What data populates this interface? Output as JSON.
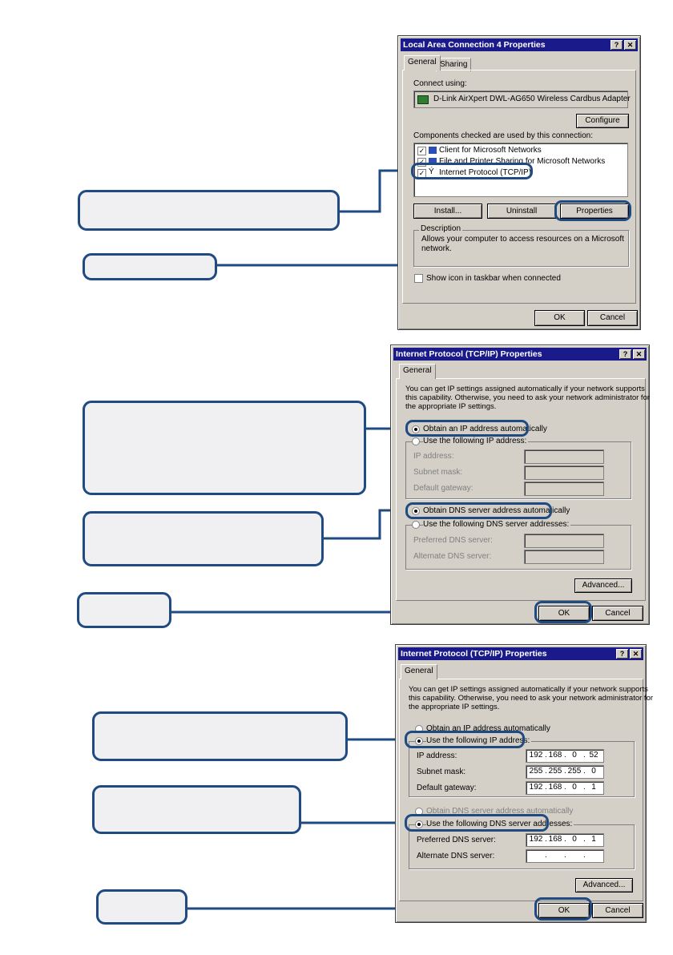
{
  "win1": {
    "title": "Local Area Connection 4 Properties",
    "title_help": "?",
    "title_close": "✕",
    "tabs": [
      "General",
      "Sharing"
    ],
    "connect_using_label": "Connect using:",
    "adapter_name": "D-Link AirXpert DWL-AG650 Wireless Cardbus Adapter",
    "configure_label": "Configure",
    "components_label": "Components checked are used by this connection:",
    "components": [
      "Client for Microsoft Networks",
      "File and Printer Sharing for Microsoft Networks",
      "Internet Protocol (TCP/IP)"
    ],
    "install_label": "Install...",
    "uninstall_label": "Uninstall",
    "properties_label": "Properties",
    "description_label": "Description",
    "description_text_1": "Allows your computer to access resources on a Microsoft",
    "description_text_2": "network.",
    "show_icon_label": "Show icon in taskbar when connected",
    "ok_label": "OK",
    "cancel_label": "Cancel"
  },
  "win2": {
    "title": "Internet Protocol (TCP/IP) Properties",
    "title_help": "?",
    "title_close": "✕",
    "tab": "General",
    "intro_1": "You can get IP settings assigned automatically if your network supports",
    "intro_2": "this capability. Otherwise, you need to ask your network administrator for",
    "intro_3": "the appropriate IP settings.",
    "obtain_ip_auto": "Obtain an IP address automatically",
    "use_following_ip": "Use the following IP address:",
    "ip_address_label": "IP address:",
    "subnet_mask_label": "Subnet mask:",
    "default_gateway_label": "Default gateway:",
    "obtain_dns_auto": "Obtain DNS server address automatically",
    "use_following_dns": "Use the following DNS server addresses:",
    "preferred_dns_label": "Preferred DNS server:",
    "alternate_dns_label": "Alternate DNS server:",
    "advanced_label": "Advanced...",
    "ok_label": "OK",
    "cancel_label": "Cancel"
  },
  "win3": {
    "title": "Internet Protocol (TCP/IP) Properties",
    "title_help": "?",
    "title_close": "✕",
    "tab": "General",
    "intro_1": "You can get IP settings assigned automatically if your network supports",
    "intro_2": "this capability. Otherwise, you need to ask your network administrator for",
    "intro_3": "the appropriate IP settings.",
    "obtain_ip_auto": "Obtain an IP address automatically",
    "use_following_ip": "Use the following IP address:",
    "ip_address_label": "IP address:",
    "ip_address": [
      "192",
      "168",
      "0",
      "52"
    ],
    "subnet_mask_label": "Subnet mask:",
    "subnet_mask": [
      "255",
      "255",
      "255",
      "0"
    ],
    "default_gateway_label": "Default gateway:",
    "default_gateway": [
      "192",
      "168",
      "0",
      "1"
    ],
    "obtain_dns_auto": "Obtain DNS server address automatically",
    "use_following_dns": "Use the following DNS server addresses:",
    "preferred_dns_label": "Preferred DNS server:",
    "preferred_dns": [
      "192",
      "168",
      "0",
      "1"
    ],
    "alternate_dns_label": "Alternate DNS server:",
    "advanced_label": "Advanced...",
    "ok_label": "OK",
    "cancel_label": "Cancel"
  },
  "colors": {
    "callout_border": "#1f4a82",
    "callout_fill": "#f0f0f2",
    "titlebar": "#1a1a8a",
    "dialog": "#d4d0c8"
  }
}
